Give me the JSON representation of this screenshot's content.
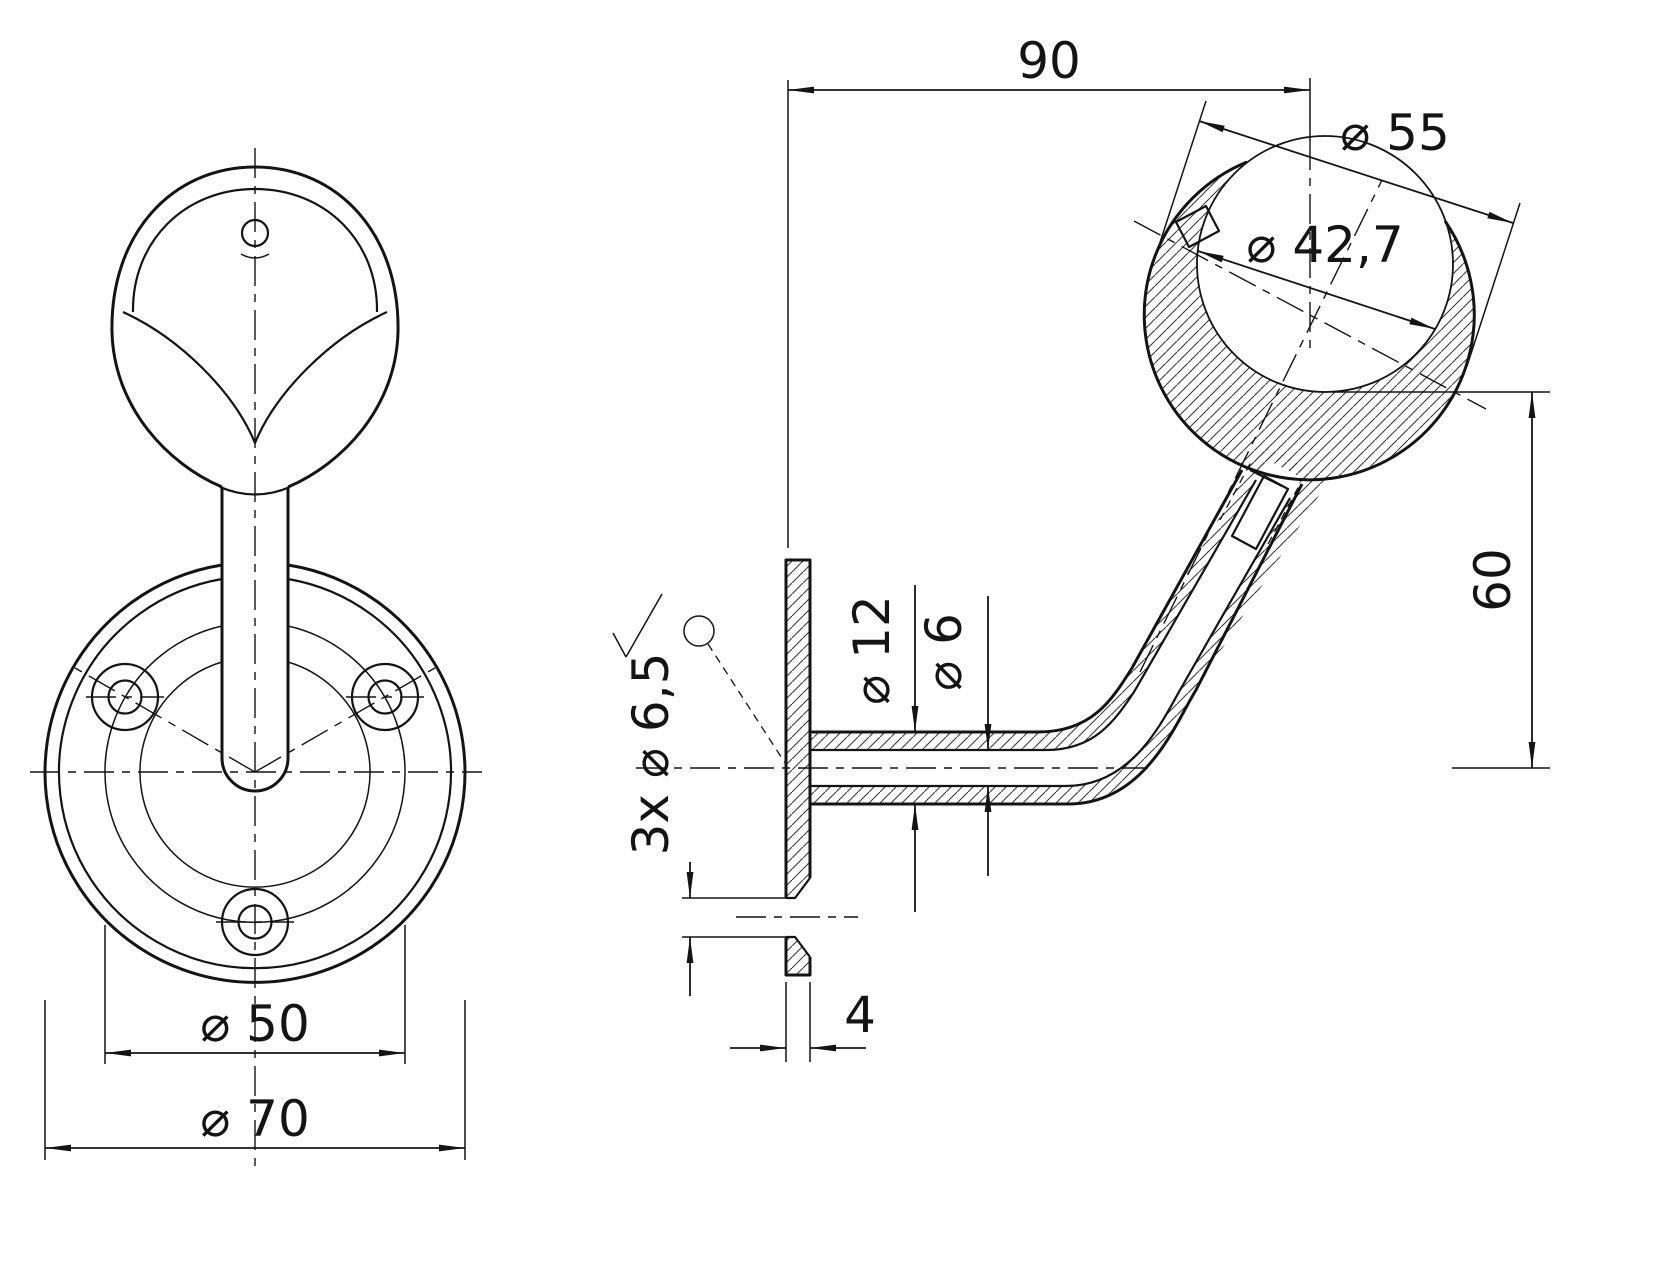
{
  "drawing": {
    "colors": {
      "line": "#141414",
      "background": "#ffffff"
    },
    "front_view": {
      "dims": {
        "bolt_circle": "⌀ 50",
        "flange_od": "⌀ 70"
      }
    },
    "side_view": {
      "dims": {
        "reach": "90",
        "saddle_od": "⌀ 55",
        "rail_od": "⌀ 42,7",
        "height": "60",
        "arm_od": "⌀ 12",
        "arm_bore": "⌀ 6",
        "mount_holes": "3x ⌀ 6,5",
        "plate_thickness": "4"
      }
    }
  }
}
